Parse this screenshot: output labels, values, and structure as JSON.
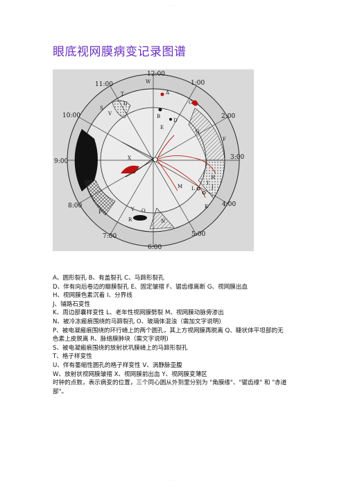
{
  "header": {
    "watermark": "· · · · ·"
  },
  "title": "眼底视网膜病变记录图谱",
  "diagram": {
    "clock_labels": [
      "12:00",
      "1:00",
      "2:00",
      "3:00",
      "4:00",
      "5:00",
      "6:00",
      "7:00",
      "8:00",
      "9:00",
      "10:00",
      "11:00"
    ],
    "region_letters": [
      "W",
      "T",
      "U",
      "A",
      "C",
      "B",
      "D",
      "E",
      "F",
      "G",
      "H",
      "I",
      "J",
      "K",
      "L",
      "M",
      "N",
      "O",
      "P",
      "Q",
      "R",
      "S",
      "V",
      "X",
      "Y"
    ]
  },
  "legend": [
    "A、圆形裂孔 B、有盖裂孔 C、马蹄形裂孔",
    "D、伴有向后卷边的瓣膜裂孔 E、固定皱褶 F、锯齿缘离断 G、视网膜出血",
    "H、视网膜色素沉着 I、分界线",
    "J、铺路石变性",
    "K、周边部囊样变性 L、老年性视网膜劈裂 M、视网膜动脉旁渗出",
    "N、被冷冻瘢痕围绕的马蹄裂孔 O、玻璃体混浊（需加文字说明)",
    "P、被电凝瘢痕围绕的环行嵴上的两个圆孔，其上方视网膜再脱离 Q、睫状体平坦部的无色素上皮脱离 R、脉络膜肿块（需文字说明)",
    "S、被电凝瘢痕围绕的放射状巩膜嵴上的马蹄形裂孔",
    "T、格子样变性",
    "U、伴有萎缩性圆孔的格子样变性 V、涡静脉壶腹",
    "W、放射状视网膜皱褶 X、视网膜前出血 Y、视网膜变薄区",
    "时钟的点数，表示病变的位置，三个同心圆从外到里分别为 \"角膜缘\"、\"锯齿缘\" 和 \"赤道部\"。"
  ],
  "footer": {
    "watermark": "· · · · ·"
  }
}
